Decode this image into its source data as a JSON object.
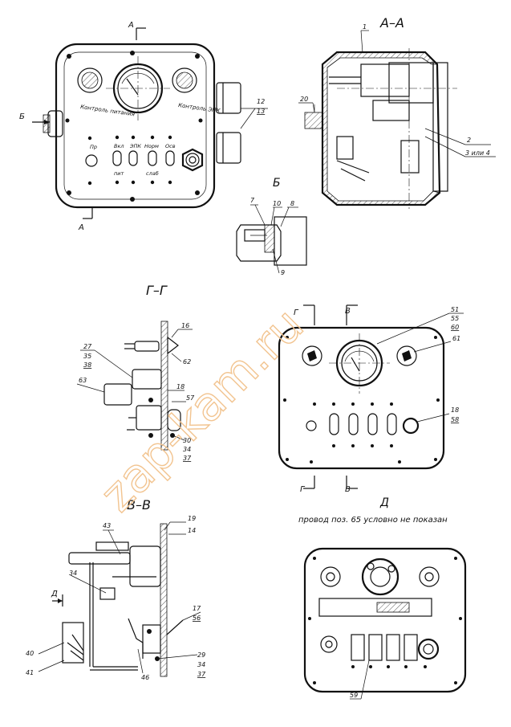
{
  "views": {
    "aa": "А–А",
    "b": "Б",
    "gg": "Г–Г",
    "vv": "В–В",
    "d": "Д"
  },
  "section_marks": {
    "a": "А",
    "b": "Б",
    "v": "В",
    "g": "Г",
    "d": "Д"
  },
  "panel_labels": {
    "power_control": "Контроль питания",
    "epk_control": "Контроль ЭПК",
    "pr": "Пр",
    "vkl": "Вкл",
    "epk": "ЭПК",
    "norm": "Норм",
    "osv": "Осв",
    "pit": "пит",
    "slab": "слаб"
  },
  "note": "провод поз. 65 условно не показан",
  "callouts": {
    "c1": "1",
    "c12": "12",
    "c13": "13",
    "c20": "20",
    "c2": "2",
    "c34b": "3 или 4",
    "c7": "7",
    "c10": "10",
    "c8": "8",
    "c9": "9",
    "c16": "16",
    "c27": "27",
    "c35": "35",
    "c38": "38",
    "c62": "62",
    "c63": "63",
    "c18": "18",
    "c57": "57",
    "c30": "30",
    "c34": "34",
    "c37": "37",
    "c51": "51",
    "c55": "55",
    "c60": "60",
    "c61": "61",
    "c18b": "18",
    "c58": "58",
    "c19": "19",
    "c14": "14",
    "c43": "43",
    "c34c": "34",
    "c17": "17",
    "c56": "56",
    "c29": "29",
    "c34d": "34",
    "c37d": "37",
    "c40": "40",
    "c41": "41",
    "c46": "46",
    "c59": "59"
  },
  "watermark": "zap-kam.ru"
}
